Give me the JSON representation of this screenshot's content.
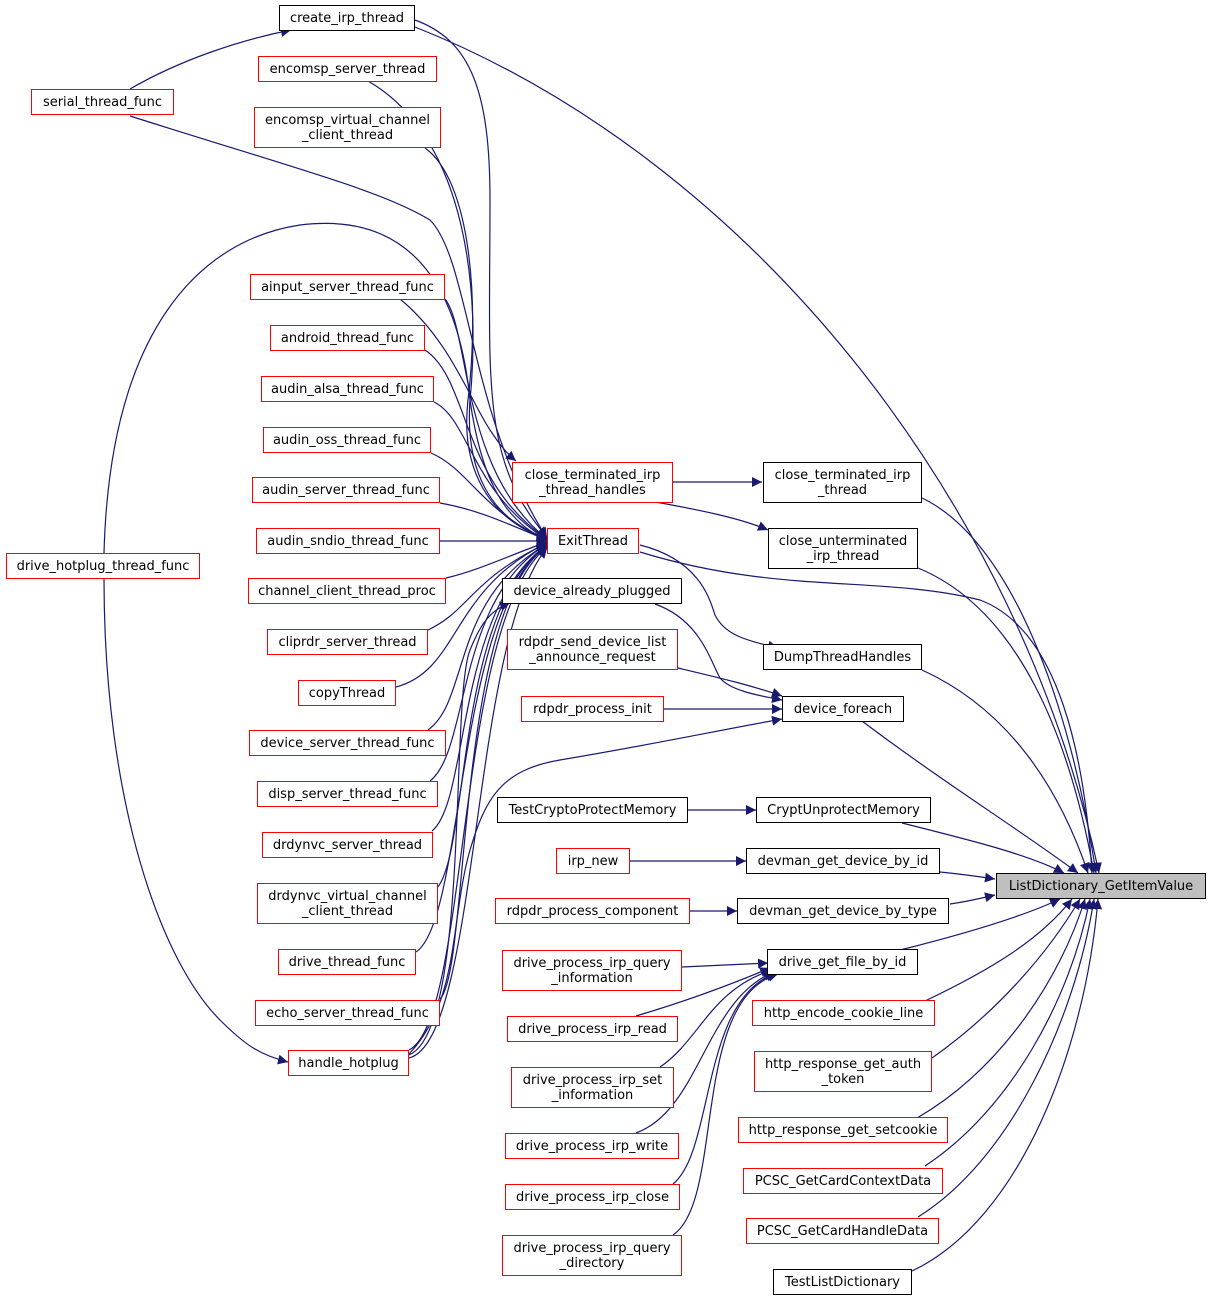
{
  "colors": {
    "edge": "#191970",
    "link_border": "#ff0000",
    "plain_border": "#000000",
    "root_fill": "#bfbfbf"
  },
  "nodes": {
    "create_irp_thread": "create_irp_thread",
    "serial_thread_func": "serial_thread_func",
    "encomsp_server_thread": "encomsp_server_thread",
    "encomsp_virtual_channel_client_thread": "encomsp_virtual_channel\n_client_thread",
    "ainput_server_thread_func": "ainput_server_thread_func",
    "android_thread_func": "android_thread_func",
    "audin_alsa_thread_func": "audin_alsa_thread_func",
    "audin_oss_thread_func": "audin_oss_thread_func",
    "audin_server_thread_func": "audin_server_thread_func",
    "audin_sndio_thread_func": "audin_sndio_thread_func",
    "channel_client_thread_proc": "channel_client_thread_proc",
    "cliprdr_server_thread": "cliprdr_server_thread",
    "copyThread": "copyThread",
    "device_server_thread_func": "device_server_thread_func",
    "disp_server_thread_func": "disp_server_thread_func",
    "drdynvc_server_thread": "drdynvc_server_thread",
    "drdynvc_virtual_channel_client_thread": "drdynvc_virtual_channel\n_client_thread",
    "drive_thread_func": "drive_thread_func",
    "echo_server_thread_func": "echo_server_thread_func",
    "handle_hotplug": "handle_hotplug",
    "drive_hotplug_thread_func": "drive_hotplug_thread_func",
    "close_terminated_irp_thread_handles": "close_terminated_irp\n_thread_handles",
    "ExitThread": "ExitThread",
    "device_already_plugged": "device_already_plugged",
    "rdpdr_send_device_list_announce_request": "rdpdr_send_device_list\n_announce_request",
    "rdpdr_process_init": "rdpdr_process_init",
    "TestCryptoProtectMemory": "TestCryptoProtectMemory",
    "irp_new": "irp_new",
    "rdpdr_process_component": "rdpdr_process_component",
    "drive_process_irp_query_information": "drive_process_irp_query\n_information",
    "drive_process_irp_read": "drive_process_irp_read",
    "drive_process_irp_set_information": "drive_process_irp_set\n_information",
    "drive_process_irp_write": "drive_process_irp_write",
    "drive_process_irp_close": "drive_process_irp_close",
    "drive_process_irp_query_directory": "drive_process_irp_query\n_directory",
    "close_terminated_irp_thread": "close_terminated_irp\n_thread",
    "close_unterminated_irp_thread": "close_unterminated\n_irp_thread",
    "DumpThreadHandles": "DumpThreadHandles",
    "device_foreach": "device_foreach",
    "CryptUnprotectMemory": "CryptUnprotectMemory",
    "devman_get_device_by_id": "devman_get_device_by_id",
    "devman_get_device_by_type": "devman_get_device_by_type",
    "drive_get_file_by_id": "drive_get_file_by_id",
    "http_encode_cookie_line": "http_encode_cookie_line",
    "http_response_get_auth_token": "http_response_get_auth\n_token",
    "http_response_get_setcookie": "http_response_get_setcookie",
    "PCSC_GetCardContextData": "PCSC_GetCardContextData",
    "PCSC_GetCardHandleData": "PCSC_GetCardHandleData",
    "TestListDictionary": "TestListDictionary",
    "ListDictionary_GetItemValue": "ListDictionary_GetItemValue"
  }
}
